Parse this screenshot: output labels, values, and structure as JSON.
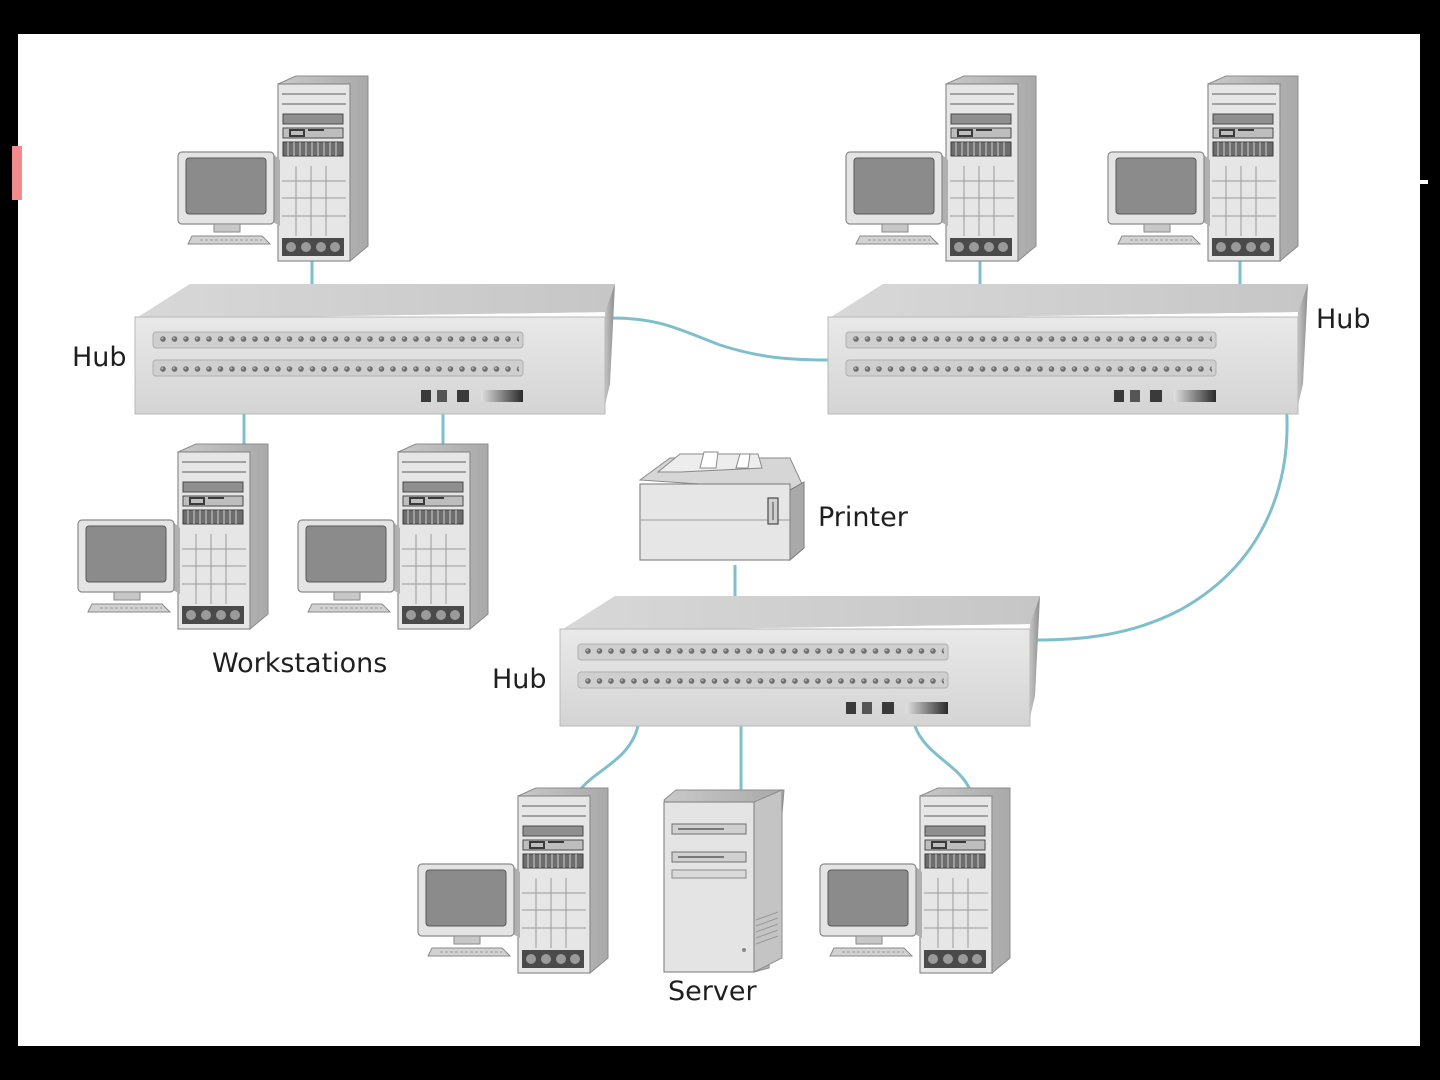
{
  "labels": {
    "hub_left": "Hub",
    "hub_right": "Hub",
    "hub_bottom": "Hub",
    "printer": "Printer",
    "workstations": "Workstations",
    "server": "Server"
  },
  "colors": {
    "background": "#000000",
    "canvas": "#ffffff",
    "cable": "#7fbfcc",
    "device_light": "#e3e3e3",
    "device_mid": "#c9c9c9",
    "device_dark": "#9a9a9a",
    "screen": "#8a8a8a",
    "accent_bar": "#f28b8b"
  }
}
